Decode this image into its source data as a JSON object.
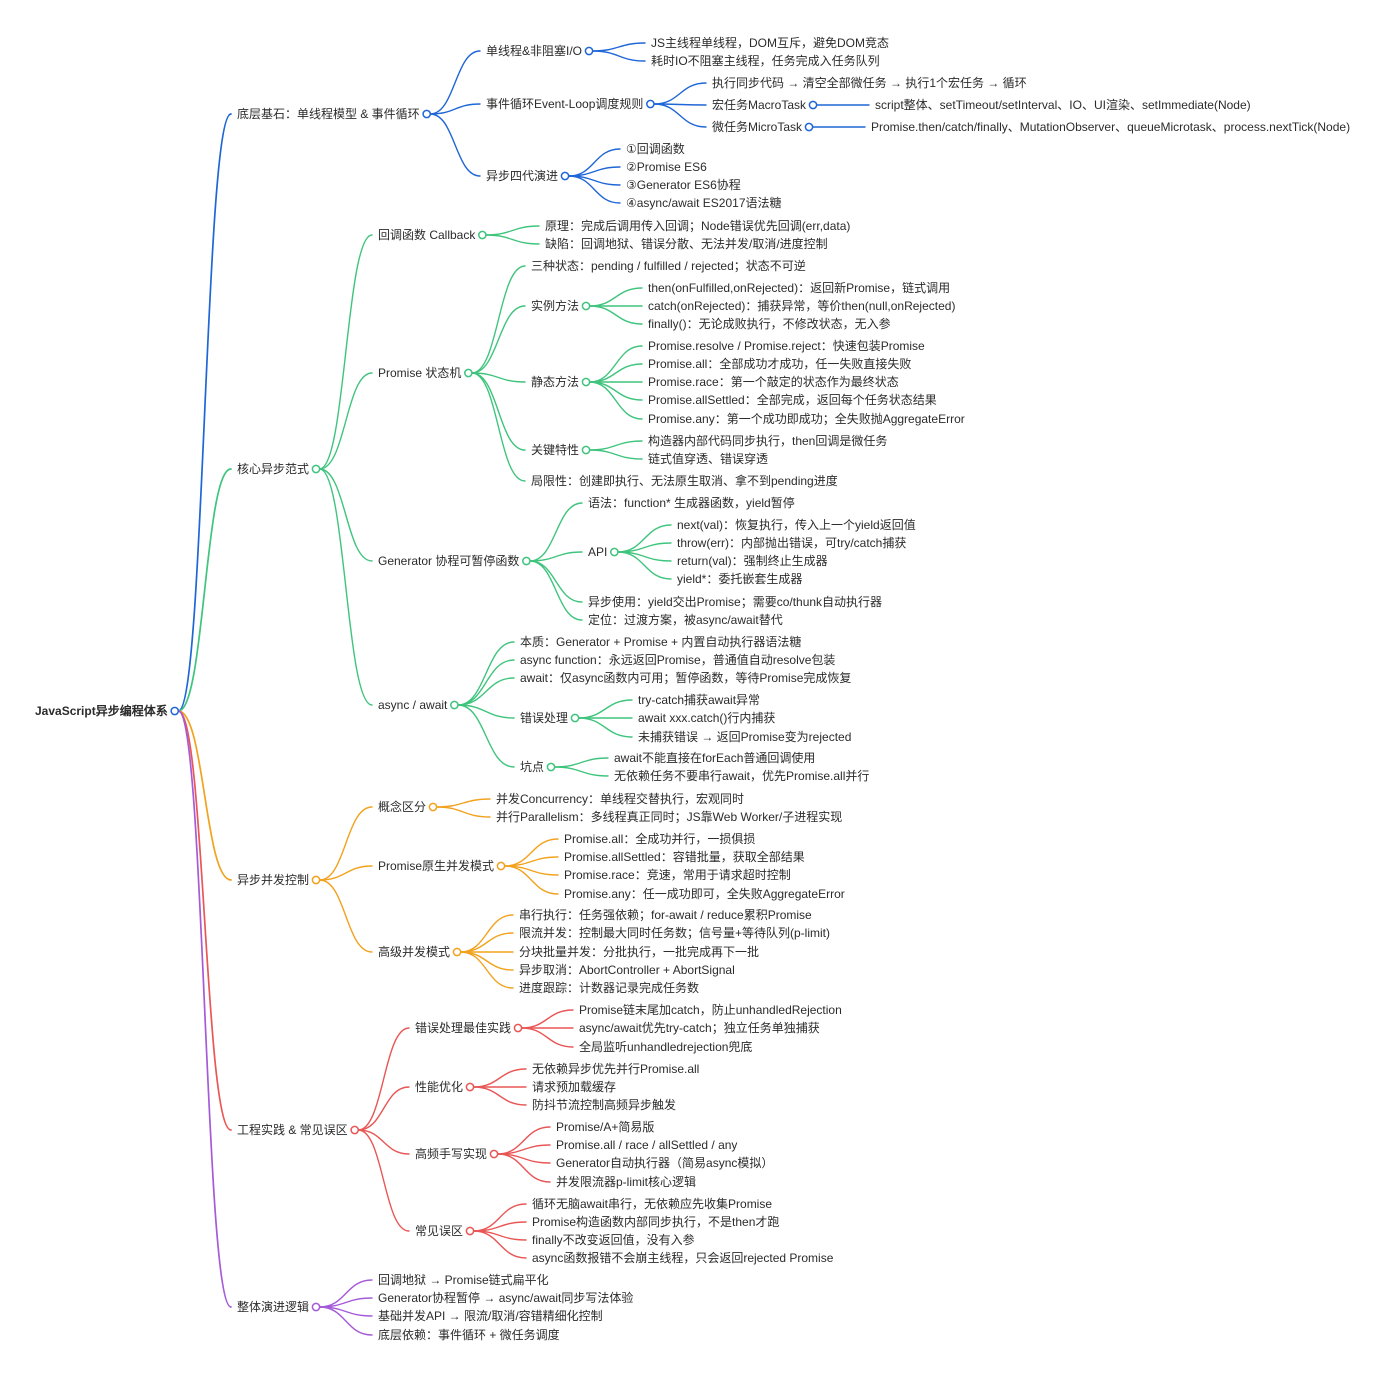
{
  "style": {
    "background": "#ffffff",
    "text_color": "#2b2b2b"
  },
  "mindmap": {
    "label": "JavaScript异步编程体系",
    "color": "#1f66d6",
    "children": [
      {
        "label": "底层基石：单线程模型 & 事件循环",
        "color": "#1f66d6",
        "children": [
          {
            "label": "单线程&非阻塞I/O",
            "children": [
              {
                "label": "JS主线程单线程，DOM互斥，避免DOM竞态"
              },
              {
                "label": "耗时IO不阻塞主线程，任务完成入任务队列"
              }
            ]
          },
          {
            "label": "事件循环Event-Loop调度规则",
            "children": [
              {
                "label": "执行同步代码 → 清空全部微任务 → 执行1个宏任务 → 循环"
              },
              {
                "label": "宏任务MacroTask",
                "children": [
                  {
                    "label": "script整体、setTimeout/setInterval、IO、UI渲染、setImmediate(Node)"
                  }
                ]
              },
              {
                "label": "微任务MicroTask",
                "children": [
                  {
                    "label": "Promise.then/catch/finally、MutationObserver、queueMicrotask、process.nextTick(Node)"
                  }
                ]
              }
            ]
          },
          {
            "label": "异步四代演进",
            "children": [
              {
                "label": "①回调函数"
              },
              {
                "label": "②Promise ES6"
              },
              {
                "label": "③Generator ES6协程"
              },
              {
                "label": "④async/await ES2017语法糖"
              }
            ]
          }
        ]
      },
      {
        "label": "核心异步范式",
        "color": "#3fc47d",
        "children": [
          {
            "label": "回调函数 Callback",
            "children": [
              {
                "label": "原理：完成后调用传入回调；Node错误优先回调(err,data)"
              },
              {
                "label": "缺陷：回调地狱、错误分散、无法并发/取消/进度控制"
              }
            ]
          },
          {
            "label": "Promise 状态机",
            "children": [
              {
                "label": "三种状态：pending / fulfilled / rejected；状态不可逆"
              },
              {
                "label": "实例方法",
                "children": [
                  {
                    "label": "then(onFulfilled,onRejected)：返回新Promise，链式调用"
                  },
                  {
                    "label": "catch(onRejected)：捕获异常，等价then(null,onRejected)"
                  },
                  {
                    "label": "finally()：无论成败执行，不修改状态，无入参"
                  }
                ]
              },
              {
                "label": "静态方法",
                "children": [
                  {
                    "label": "Promise.resolve / Promise.reject：快速包装Promise"
                  },
                  {
                    "label": "Promise.all：全部成功才成功，任一失败直接失败"
                  },
                  {
                    "label": "Promise.race：第一个敲定的状态作为最终状态"
                  },
                  {
                    "label": "Promise.allSettled：全部完成，返回每个任务状态结果"
                  },
                  {
                    "label": "Promise.any：第一个成功即成功；全失败抛AggregateError"
                  }
                ]
              },
              {
                "label": "关键特性",
                "children": [
                  {
                    "label": "构造器内部代码同步执行，then回调是微任务"
                  },
                  {
                    "label": "链式值穿透、错误穿透"
                  }
                ]
              },
              {
                "label": "局限性：创建即执行、无法原生取消、拿不到pending进度"
              }
            ]
          },
          {
            "label": "Generator 协程可暂停函数",
            "children": [
              {
                "label": "语法：function* 生成器函数，yield暂停"
              },
              {
                "label": "API",
                "children": [
                  {
                    "label": "next(val)：恢复执行，传入上一个yield返回值"
                  },
                  {
                    "label": "throw(err)：内部抛出错误，可try/catch捕获"
                  },
                  {
                    "label": "return(val)：强制终止生成器"
                  },
                  {
                    "label": "yield*：委托嵌套生成器"
                  }
                ]
              },
              {
                "label": "异步使用：yield交出Promise；需要co/thunk自动执行器"
              },
              {
                "label": "定位：过渡方案，被async/await替代"
              }
            ]
          },
          {
            "label": "async / await",
            "children": [
              {
                "label": "本质：Generator + Promise + 内置自动执行器语法糖"
              },
              {
                "label": "async function：永远返回Promise，普通值自动resolve包装"
              },
              {
                "label": "await：仅async函数内可用；暂停函数，等待Promise完成恢复"
              },
              {
                "label": "错误处理",
                "children": [
                  {
                    "label": "try-catch捕获await异常"
                  },
                  {
                    "label": "await xxx.catch()行内捕获"
                  },
                  {
                    "label": "未捕获错误 → 返回Promise变为rejected"
                  }
                ]
              },
              {
                "label": "坑点",
                "children": [
                  {
                    "label": "await不能直接在forEach普通回调使用"
                  },
                  {
                    "label": "无依赖任务不要串行await，优先Promise.all并行"
                  }
                ]
              }
            ]
          }
        ]
      },
      {
        "label": "异步并发控制",
        "color": "#f2a21e",
        "children": [
          {
            "label": "概念区分",
            "children": [
              {
                "label": "并发Concurrency：单线程交替执行，宏观同时"
              },
              {
                "label": "并行Parallelism：多线程真正同时；JS靠Web Worker/子进程实现"
              }
            ]
          },
          {
            "label": "Promise原生并发模式",
            "children": [
              {
                "label": "Promise.all：全成功并行，一损俱损"
              },
              {
                "label": "Promise.allSettled：容错批量，获取全部结果"
              },
              {
                "label": "Promise.race：竞速，常用于请求超时控制"
              },
              {
                "label": "Promise.any：任一成功即可，全失败AggregateError"
              }
            ]
          },
          {
            "label": "高级并发模式",
            "children": [
              {
                "label": "串行执行：任务强依赖；for-await / reduce累积Promise"
              },
              {
                "label": "限流并发：控制最大同时任务数；信号量+等待队列(p-limit)"
              },
              {
                "label": "分块批量并发：分批执行，一批完成再下一批"
              },
              {
                "label": "异步取消：AbortController + AbortSignal"
              },
              {
                "label": "进度跟踪：计数器记录完成任务数"
              }
            ]
          }
        ]
      },
      {
        "label": "工程实践 & 常见误区",
        "color": "#e95656",
        "children": [
          {
            "label": "错误处理最佳实践",
            "children": [
              {
                "label": "Promise链末尾加catch，防止unhandledRejection"
              },
              {
                "label": "async/await优先try-catch；独立任务单独捕获"
              },
              {
                "label": "全局监听unhandledrejection兜底"
              }
            ]
          },
          {
            "label": "性能优化",
            "children": [
              {
                "label": "无依赖异步优先并行Promise.all"
              },
              {
                "label": "请求预加载缓存"
              },
              {
                "label": "防抖节流控制高频异步触发"
              }
            ]
          },
          {
            "label": "高频手写实现",
            "children": [
              {
                "label": "Promise/A+简易版"
              },
              {
                "label": "Promise.all / race / allSettled / any"
              },
              {
                "label": "Generator自动执行器（简易async模拟）"
              },
              {
                "label": "并发限流器p-limit核心逻辑"
              }
            ]
          },
          {
            "label": "常见误区",
            "children": [
              {
                "label": "循环无脑await串行，无依赖应先收集Promise"
              },
              {
                "label": "Promise构造函数内部同步执行，不是then才跑"
              },
              {
                "label": "finally不改变返回值，没有入参"
              },
              {
                "label": "async函数报错不会崩主线程，只会返回rejected Promise"
              }
            ]
          }
        ]
      },
      {
        "label": "整体演进逻辑",
        "color": "#a55ad8",
        "children": [
          {
            "label": "回调地狱 → Promise链式扁平化"
          },
          {
            "label": "Generator协程暂停 → async/await同步写法体验"
          },
          {
            "label": "基础并发API → 限流/取消/容错精细化控制"
          },
          {
            "label": "底层依赖：事件循环 + 微任务调度"
          }
        ]
      }
    ]
  }
}
